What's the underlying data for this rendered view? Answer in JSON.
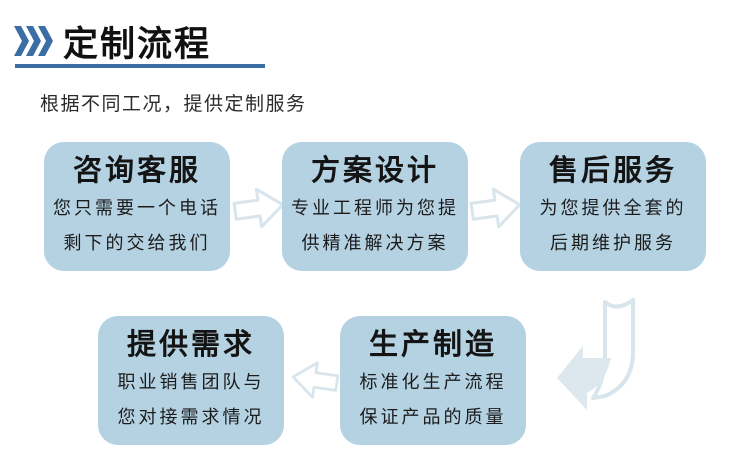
{
  "header": {
    "title": "定制流程",
    "subtitle": "根据不同工况，提供定制服务"
  },
  "steps": [
    {
      "title": "咨询客服",
      "line1": "您只需要一个电话",
      "line2": "剩下的交给我们"
    },
    {
      "title": "方案设计",
      "line1": "专业工程师为您提",
      "line2": "供精准解决方案"
    },
    {
      "title": "售后服务",
      "line1": "为您提供全套的",
      "line2": "后期维护服务"
    },
    {
      "title": "提供需求",
      "line1": "职业销售团队与",
      "line2": "您对接需求情况"
    },
    {
      "title": "生产制造",
      "line1": "标准化生产流程",
      "line2": "保证产品的质量"
    }
  ],
  "icons": {
    "header_marker": "triple-chevron-right-icon",
    "flow_forward": "arrow-right-icon",
    "flow_backward": "arrow-left-icon",
    "flow_wrap": "curved-arrow-down-left-icon"
  },
  "colors": {
    "accent": "#3a6ea5",
    "box_fill": "#b5d2e3",
    "arrow_outline": "#d9e5ec",
    "arrow_fill": "#dde8ee"
  }
}
